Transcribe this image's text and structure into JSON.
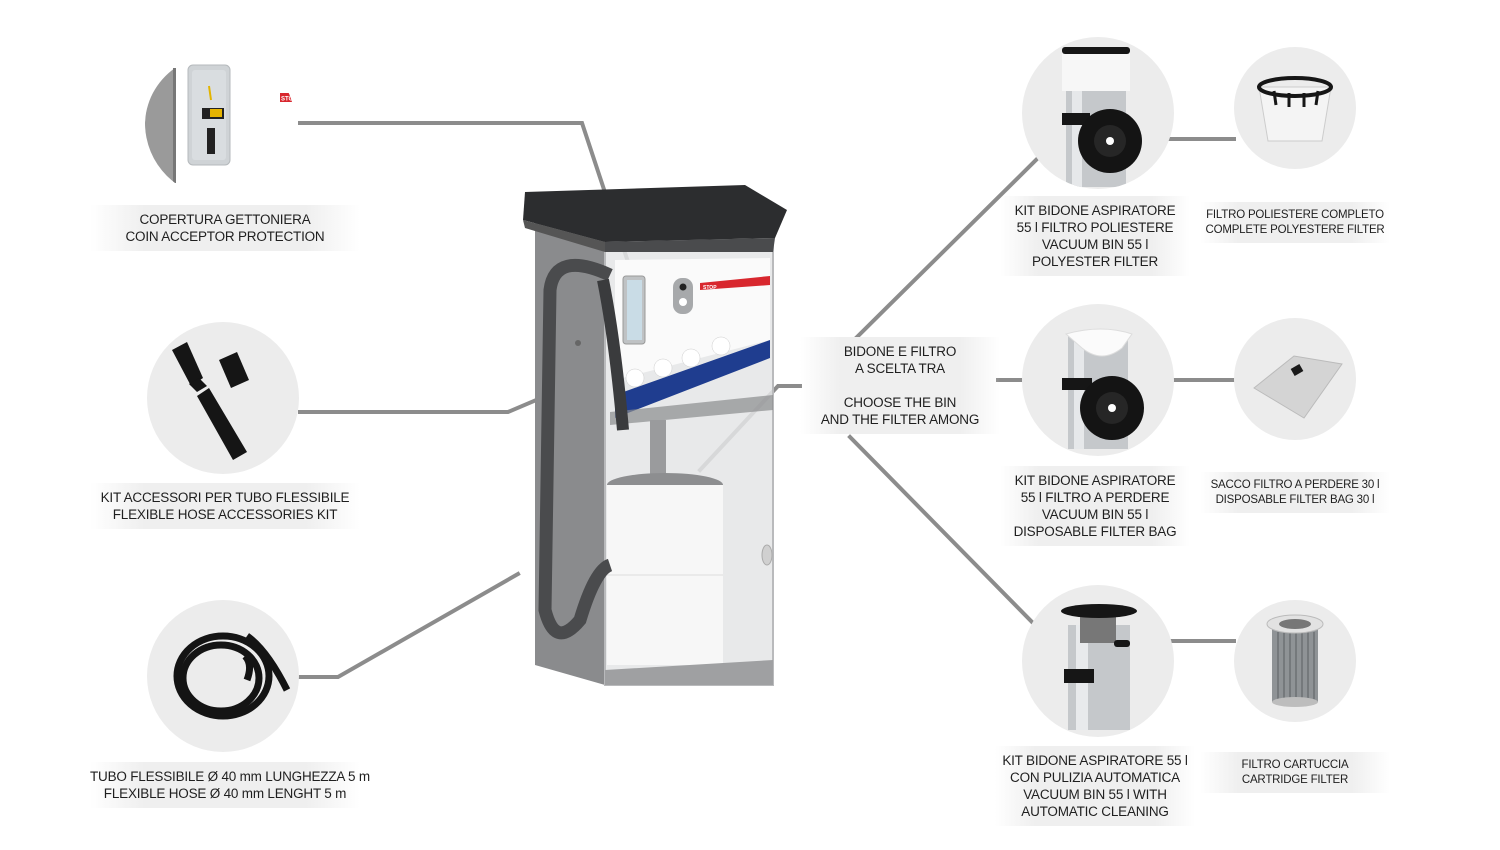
{
  "diagram": {
    "title": "Vacuum station components",
    "center_product": "Self-service vacuum station",
    "line_color": "#8c8c8c",
    "accent_red": "#d8272e",
    "accent_blue": "#1f3d8f",
    "machine_stop_text": "STOP",
    "left_items": [
      {
        "id": "coin-acceptor-protection",
        "lines": [
          "COPERTURA GETTONIERA",
          "COIN ACCEPTOR PROTECTION"
        ],
        "image": "coin-acceptor-cover"
      },
      {
        "id": "hose-accessories-kit",
        "lines": [
          "KIT ACCESSORI PER TUBO FLESSIBILE",
          "FLEXIBLE HOSE ACCESSORIES KIT"
        ],
        "image": "hose-nozzle-accessories"
      },
      {
        "id": "flexible-hose",
        "lines": [
          "TUBO FLESSIBILE Ø 40 mm LUNGHEZZA 5 m",
          "FLEXIBLE HOSE Ø 40 mm LENGHT 5 m"
        ],
        "image": "coiled-hose"
      }
    ],
    "choice_label": {
      "lines_it": [
        "BIDONE E FILTRO",
        "A SCELTA TRA"
      ],
      "lines_en": [
        "CHOOSE THE BIN",
        "AND THE FILTER AMONG"
      ]
    },
    "bin_options": [
      {
        "id": "bin-polyester",
        "kit_lines": [
          "KIT BIDONE ASPIRATORE",
          "55 l FILTRO POLIESTERE",
          "VACUUM BIN 55 l",
          "POLYESTER FILTER"
        ],
        "filter_lines": [
          "FILTRO POLIESTERE COMPLETO",
          "COMPLETE POLYESTERE FILTER"
        ]
      },
      {
        "id": "bin-disposable-bag",
        "kit_lines": [
          "KIT BIDONE ASPIRATORE",
          "55 l FILTRO A PERDERE",
          "VACUUM BIN 55 l",
          "DISPOSABLE FILTER BAG"
        ],
        "filter_lines": [
          "SACCO FILTRO A PERDERE 30 l",
          "DISPOSABLE FILTER BAG 30 l"
        ]
      },
      {
        "id": "bin-automatic-cleaning",
        "kit_lines": [
          "KIT BIDONE ASPIRATORE 55 l",
          "CON PULIZIA AUTOMATICA",
          "VACUUM BIN 55 l WITH",
          "AUTOMATIC CLEANING"
        ],
        "filter_lines": [
          "FILTRO CARTUCCIA",
          "CARTRIDGE FILTER"
        ]
      }
    ]
  }
}
